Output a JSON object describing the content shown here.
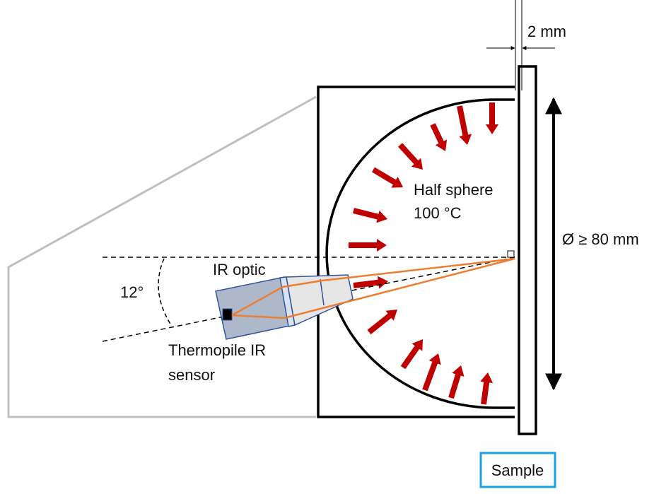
{
  "labels": {
    "gap": "2 mm",
    "sphere_line1": "Half sphere",
    "sphere_line2": "100 °C",
    "diameter": "Ø ≥ 80 mm",
    "optic": "IR optic",
    "angle": "12°",
    "sensor_line1": "Thermopile IR",
    "sensor_line2": "sensor",
    "sample": "Sample"
  },
  "colors": {
    "heat_arrow": "#c00000",
    "beam": "#ed7d31",
    "sensor_body": "#adb9ca",
    "sensor_edge": "#2f5597",
    "sample_box": "#1ca0e0",
    "housing": "#bfbfbf"
  }
}
